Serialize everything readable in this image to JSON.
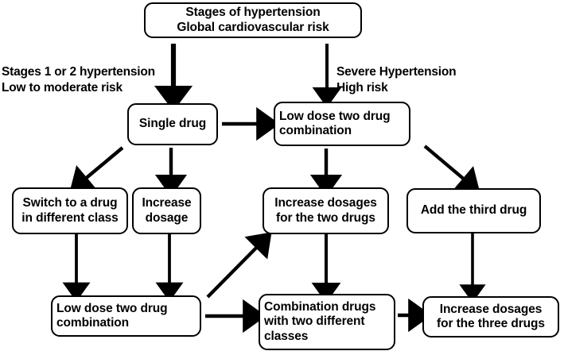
{
  "diagram": {
    "title": "Stages of hypertension / Global cardiovascular risk treatment algorithm",
    "stroke_color": "#000000",
    "background_color": "#ffffff",
    "nodes": [
      {
        "id": "root",
        "label": "Stages of hypertension\nGlobal cardiovascular risk"
      },
      {
        "id": "single",
        "label": "Single drug"
      },
      {
        "id": "lowdose2",
        "label": "Low dose two drug\ncombination"
      },
      {
        "id": "switch",
        "label": "Switch to a drug\nin different class"
      },
      {
        "id": "incdose",
        "label": "Increase\ndosage"
      },
      {
        "id": "inc2drugs",
        "label": "Increase dosages\nfor the two drugs"
      },
      {
        "id": "third",
        "label": "Add the third drug"
      },
      {
        "id": "lowdose2b",
        "label": "Low dose two drug\ncombination"
      },
      {
        "id": "comb2class",
        "label": "Combination drugs\nwith two different\nclasses"
      },
      {
        "id": "inc3drugs",
        "label": "Increase dosages\nfor the three drugs"
      }
    ],
    "annotations": [
      {
        "id": "left-note",
        "label": "Stages 1 or 2 hypertension\nLow to moderate risk"
      },
      {
        "id": "right-note",
        "label": "Severe Hypertension\nHigh risk"
      }
    ],
    "edges": [
      {
        "from": "root",
        "to": "single",
        "kind": "vertical-down"
      },
      {
        "from": "root",
        "to": "lowdose2",
        "kind": "vertical-down"
      },
      {
        "from": "single",
        "to": "lowdose2",
        "kind": "horizontal-right"
      },
      {
        "from": "single",
        "to": "switch",
        "kind": "diagonal-down-left"
      },
      {
        "from": "single",
        "to": "incdose",
        "kind": "vertical-down"
      },
      {
        "from": "lowdose2",
        "to": "inc2drugs",
        "kind": "vertical-down"
      },
      {
        "from": "lowdose2",
        "to": "third",
        "kind": "diagonal-down-right"
      },
      {
        "from": "switch",
        "to": "lowdose2b",
        "kind": "vertical-down"
      },
      {
        "from": "incdose",
        "to": "lowdose2b",
        "kind": "vertical-down"
      },
      {
        "from": "lowdose2b",
        "to": "comb2class",
        "kind": "horizontal-right"
      },
      {
        "from": "lowdose2b",
        "to": "inc2drugs",
        "kind": "diagonal-up-right"
      },
      {
        "from": "inc2drugs",
        "to": "comb2class",
        "kind": "vertical-down"
      },
      {
        "from": "third",
        "to": "inc3drugs",
        "kind": "vertical-down"
      },
      {
        "from": "comb2class",
        "to": "inc3drugs",
        "kind": "horizontal-right"
      }
    ]
  }
}
